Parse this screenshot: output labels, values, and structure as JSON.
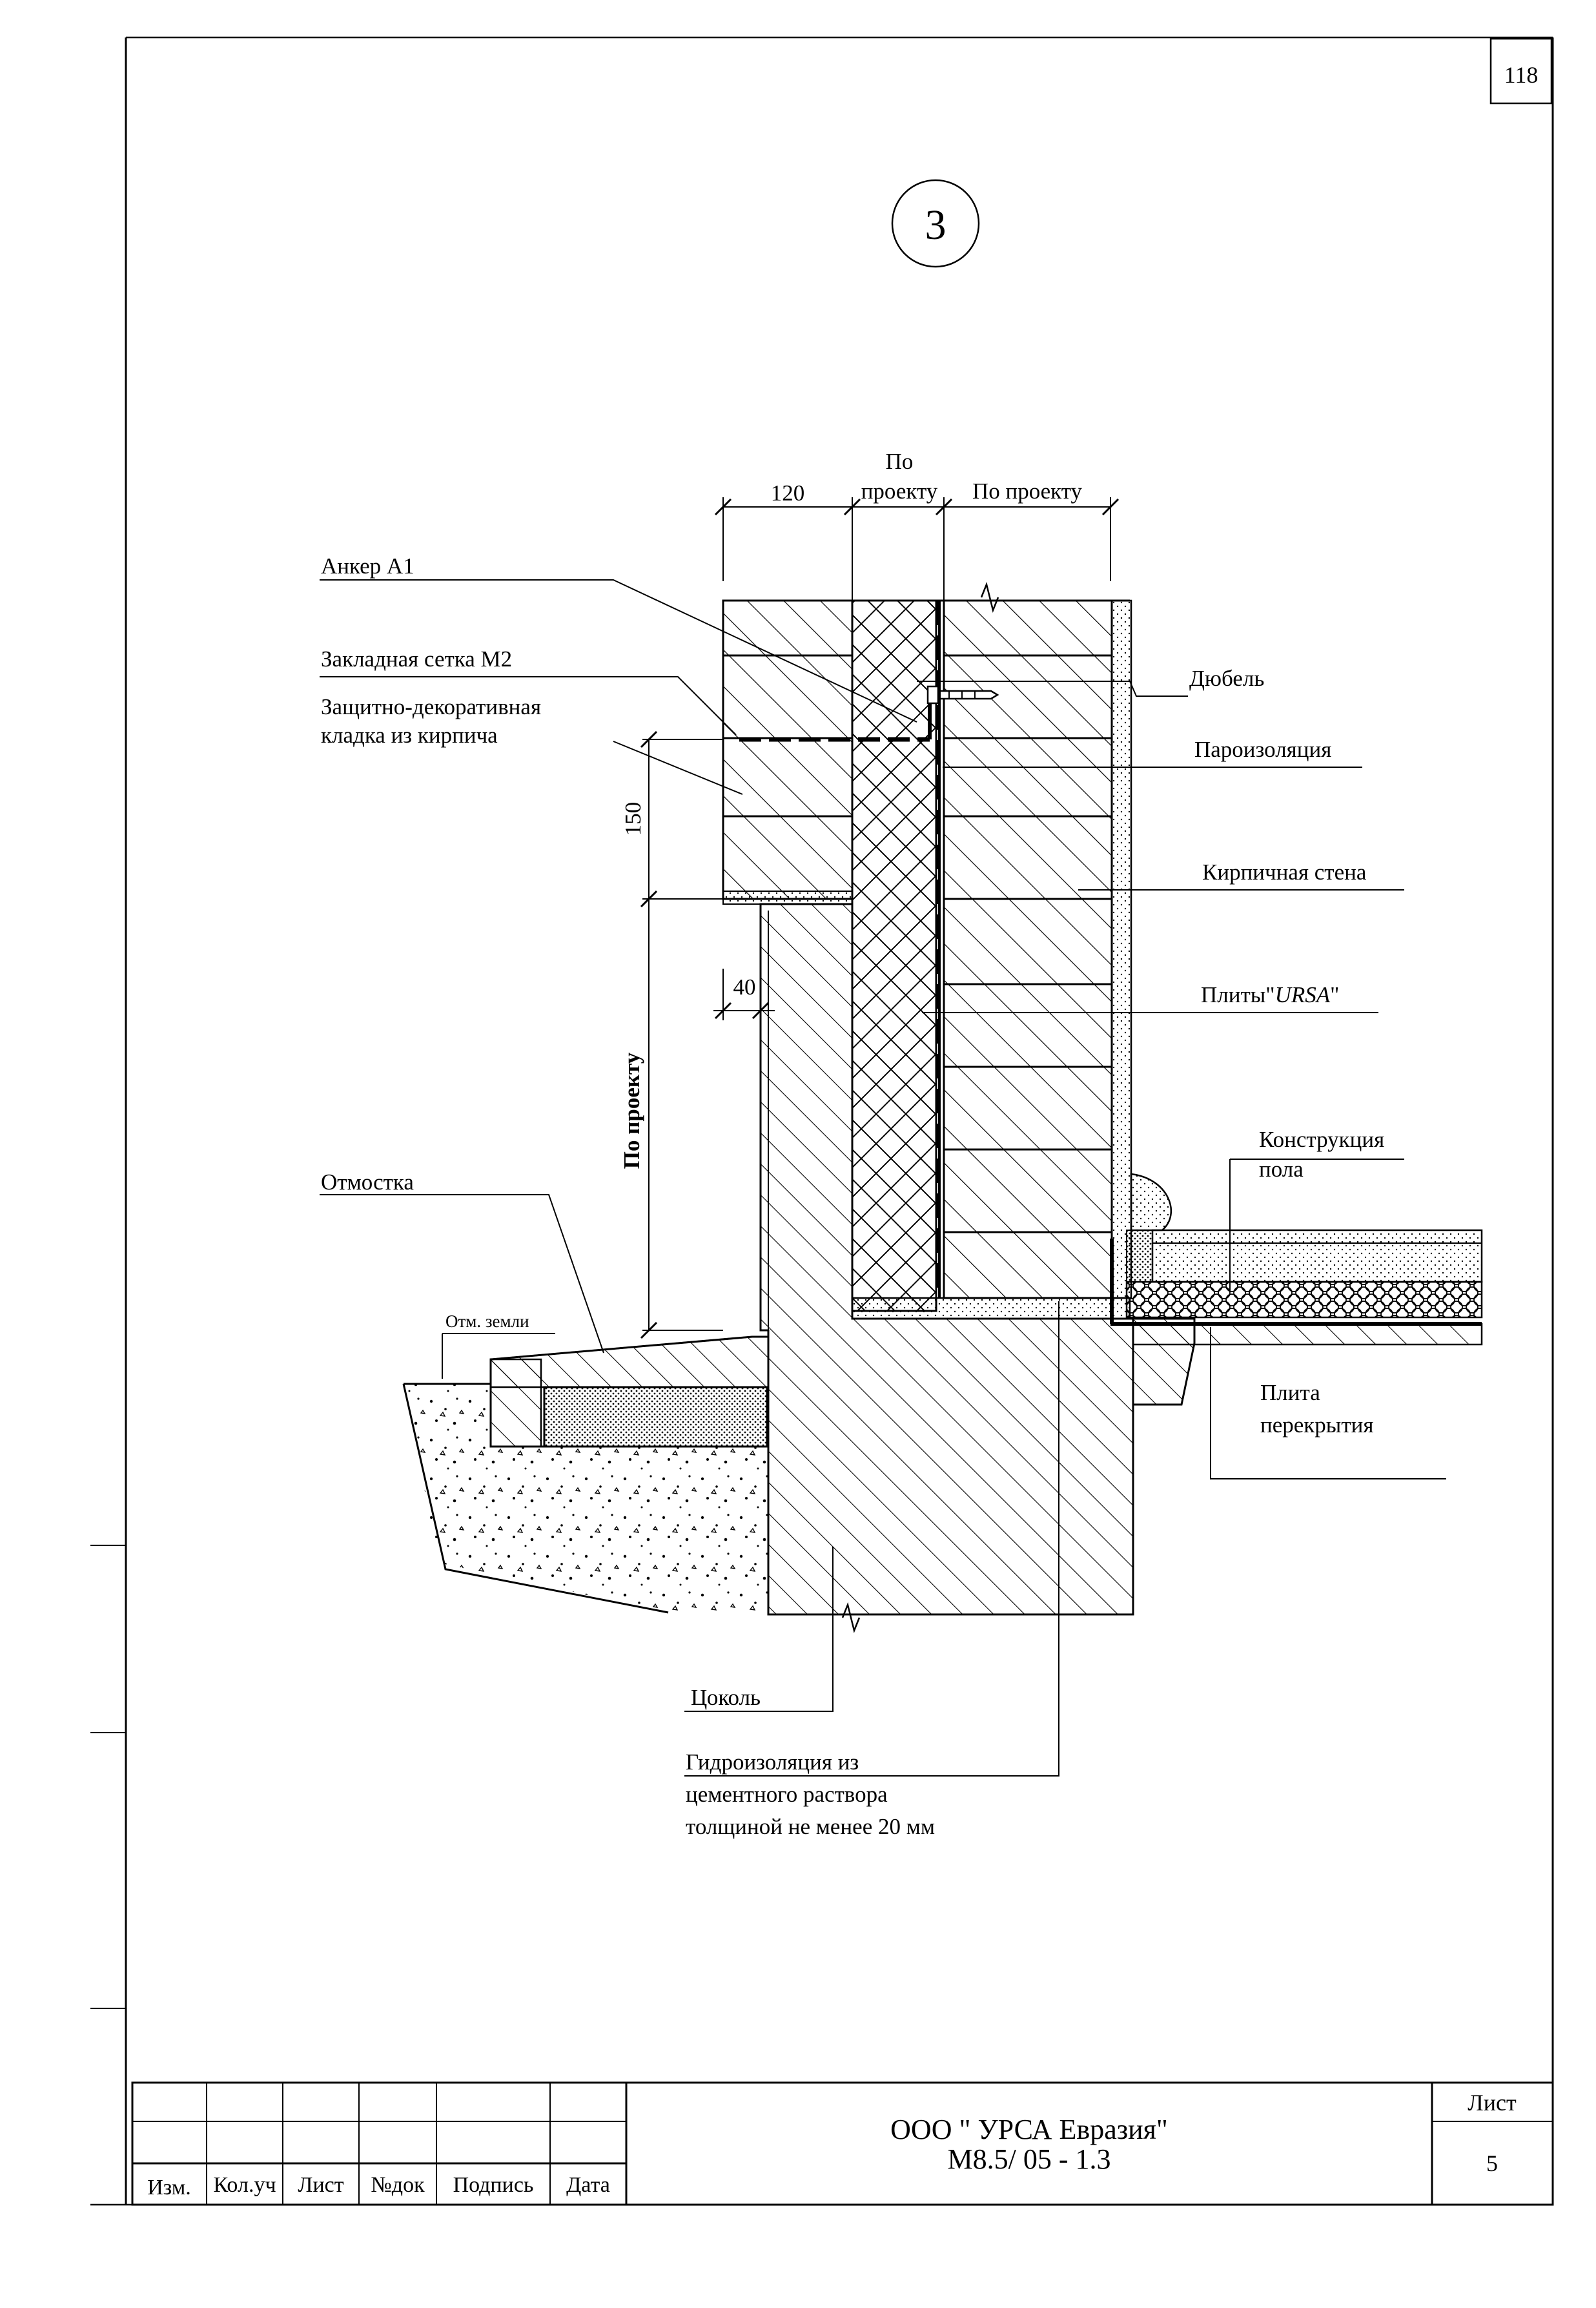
{
  "sheet_number_top": "118",
  "detail_number": "3",
  "dimensions": {
    "top_120": "120",
    "top_po_label": "По",
    "top_proektu": "проекту",
    "top_po_proektu_right": "По проекту",
    "left_150": "150",
    "left_40": "40",
    "left_po_proektu": "По проекту"
  },
  "callouts": {
    "anker": "Анкер А1",
    "setka": "Закладная сетка М2",
    "kladka_line1": "Защитно-декоративная",
    "kladka_line2": "кладка из кирпича",
    "otmostka": "Отмостка",
    "otm_zemli": "Отм. земли",
    "cokol": "Цоколь",
    "gidro_line1": "Гидроизоляция из",
    "gidro_line2": "цементного раствора",
    "gidro_line3": "толщиной не менее 20 мм",
    "dubel": "Дюбель",
    "paroizol": "Пароизоляция",
    "kirp_stena": "Кирпичная стена",
    "plity_prefix": "Плиты\"",
    "plity_brand": "URSA",
    "plity_suffix": "\"",
    "konstr_line1": "Конструкция",
    "konstr_line2": "пола",
    "plita_line1": "Плита",
    "plita_line2": "перекрытия"
  },
  "title_block": {
    "headers": [
      "Изм.",
      "Кол.уч",
      "Лист",
      "№док",
      "Подпись",
      "Дата"
    ],
    "company": "ООО \" УРСА Евразия\"",
    "code": "М8.5/ 05 - 1.3",
    "sheet_label": "Лист",
    "sheet_value": "5"
  }
}
